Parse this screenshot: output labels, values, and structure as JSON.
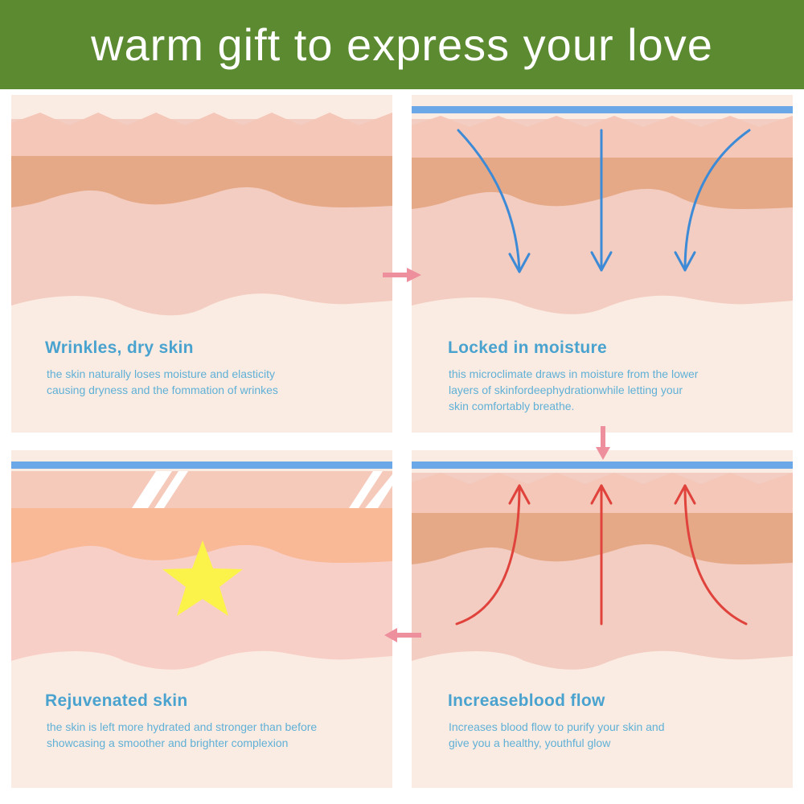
{
  "banner": {
    "title": "warm gift to express your love"
  },
  "panels": [
    {
      "heading": "Wrinkles, dry skin",
      "description": [
        "the skin naturally loses moisture and elasticity",
        "causing dryness and the fommation of wrinkes"
      ]
    },
    {
      "heading": "Locked in moisture",
      "description": [
        "this microclimate draws in moisture from the lower",
        "layers of skinfordeephydrationwhile letting your",
        "skin comfortably breathe."
      ]
    },
    {
      "heading": "Rejuvenated skin",
      "description": [
        "the skin is left more hydrated and stronger than before",
        "showcasing a smoother and brighter complexion"
      ]
    },
    {
      "heading": "Increaseblood flow",
      "description": [
        "Increases blood flow to purify your skin and",
        "give you a healthy, youthful glow"
      ]
    }
  ],
  "colors": {
    "banner": "#5b8a30",
    "heading": "#4aa3cf",
    "description": "#5fb0d6",
    "panel_bg": "#fbece3",
    "epidermis": "#f4cdbf",
    "dermis_band": "#e6a988",
    "dermis_band_bright": "#f9b896",
    "lower_layer": "#f3cdc1",
    "moisture_arrow": "#3d8ad6",
    "blood_arrow": "#e0423c",
    "film": "#6aa8e8",
    "star": "#fbf34a",
    "connector_arrow": "#ee8f9e"
  }
}
